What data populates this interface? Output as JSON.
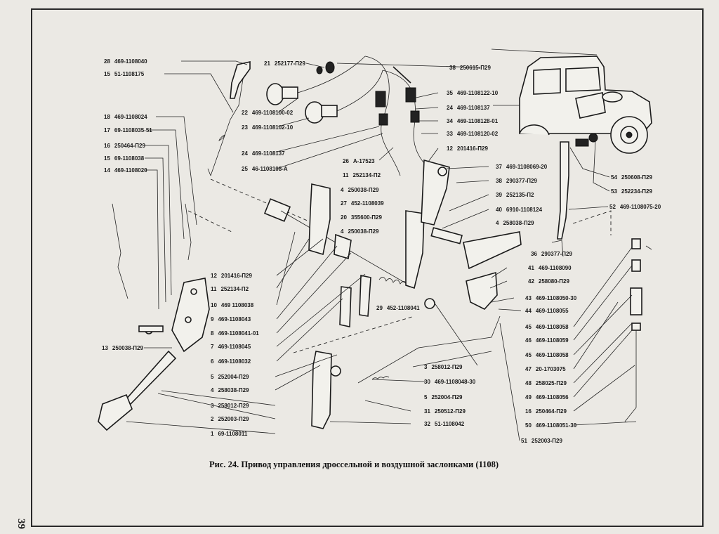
{
  "caption": "Рис. 24. Привод управления дроссельной и воздушной заслонками (1108)",
  "page_number": "39",
  "callouts_left": [
    {
      "num": "28",
      "code": "469-1108040"
    },
    {
      "num": "15",
      "code": "51-1108175"
    },
    {
      "num": "18",
      "code": "469-1108024"
    },
    {
      "num": "17",
      "code": "69-1108035-51"
    },
    {
      "num": "16",
      "code": "250464-П29"
    },
    {
      "num": "15",
      "code": "69-1108038"
    },
    {
      "num": "14",
      "code": "469-1108020"
    },
    {
      "num": "13",
      "code": "250038-П29"
    }
  ],
  "callouts_center_upper": [
    {
      "num": "21",
      "code": "252177-П29"
    },
    {
      "num": "22",
      "code": "469-1108100-02"
    },
    {
      "num": "23",
      "code": "469-1108102-10"
    },
    {
      "num": "24",
      "code": "469-1108137"
    },
    {
      "num": "25",
      "code": "46-1108108-А"
    },
    {
      "num": "26",
      "code": "А-17523"
    },
    {
      "num": "11",
      "code": "252134-П2"
    },
    {
      "num": "4",
      "code": "250038-П29"
    },
    {
      "num": "27",
      "code": "452-1108039"
    },
    {
      "num": "20",
      "code": "355600-П29"
    },
    {
      "num": "4",
      "code": "250038-П29"
    }
  ],
  "callouts_center_lower": [
    {
      "num": "12",
      "code": "201416-П29"
    },
    {
      "num": "11",
      "code": "252134-П2"
    },
    {
      "num": "10",
      "code": "469 1108038"
    },
    {
      "num": "9",
      "code": "469-1108043"
    },
    {
      "num": "8",
      "code": "469-1108041-01"
    },
    {
      "num": "7",
      "code": "469-1108045"
    },
    {
      "num": "6",
      "code": "469-1108032"
    },
    {
      "num": "5",
      "code": "252004-П29"
    },
    {
      "num": "4",
      "code": "258038-П29"
    },
    {
      "num": "3",
      "code": "258012-П29"
    },
    {
      "num": "2",
      "code": "252003-П29"
    },
    {
      "num": "1",
      "code": "69-1108011"
    }
  ],
  "callout_29": {
    "num": "29",
    "code": "452-1108041"
  },
  "callouts_mid_right": [
    {
      "num": "38",
      "code": "250615-П29"
    },
    {
      "num": "35",
      "code": "469-1108122-10"
    },
    {
      "num": "24",
      "code": "469-1108137"
    },
    {
      "num": "34",
      "code": "469-1108128-01"
    },
    {
      "num": "33",
      "code": "469-1108120-02"
    },
    {
      "num": "12",
      "code": "201416-П29"
    },
    {
      "num": "37",
      "code": "469-1108069-20"
    },
    {
      "num": "38",
      "code": "290377-П29"
    },
    {
      "num": "39",
      "code": "252135-П2"
    },
    {
      "num": "40",
      "code": "6910-1108124"
    },
    {
      "num": "4",
      "code": "258038-П29"
    },
    {
      "num": "36",
      "code": "290377-П29"
    },
    {
      "num": "41",
      "code": "469-1108090"
    },
    {
      "num": "42",
      "code": "258080-П29"
    }
  ],
  "callouts_bottom_center": [
    {
      "num": "3",
      "code": "258012-П29"
    },
    {
      "num": "30",
      "code": "469-1108048-30"
    },
    {
      "num": "5",
      "code": "252004-П29"
    },
    {
      "num": "31",
      "code": "250512-П29"
    },
    {
      "num": "32",
      "code": "51-1108042"
    }
  ],
  "callouts_right": [
    {
      "num": "54",
      "code": "250608-П29"
    },
    {
      "num": "53",
      "code": "252234-П29"
    },
    {
      "num": "52",
      "code": "469-1108075-20"
    }
  ],
  "callouts_right_lower": [
    {
      "num": "43",
      "code": "469-1108050-30"
    },
    {
      "num": "44",
      "code": "469-1108055"
    },
    {
      "num": "45",
      "code": "469-1108058"
    },
    {
      "num": "46",
      "code": "469-1108059"
    },
    {
      "num": "45",
      "code": "469-1108058"
    },
    {
      "num": "47",
      "code": "20-1703075"
    },
    {
      "num": "48",
      "code": "258025-П29"
    },
    {
      "num": "49",
      "code": "469-1108056"
    },
    {
      "num": "16",
      "code": "250464-П29"
    },
    {
      "num": "50",
      "code": "469-1108051-30"
    },
    {
      "num": "51",
      "code": "252003-П29"
    }
  ]
}
